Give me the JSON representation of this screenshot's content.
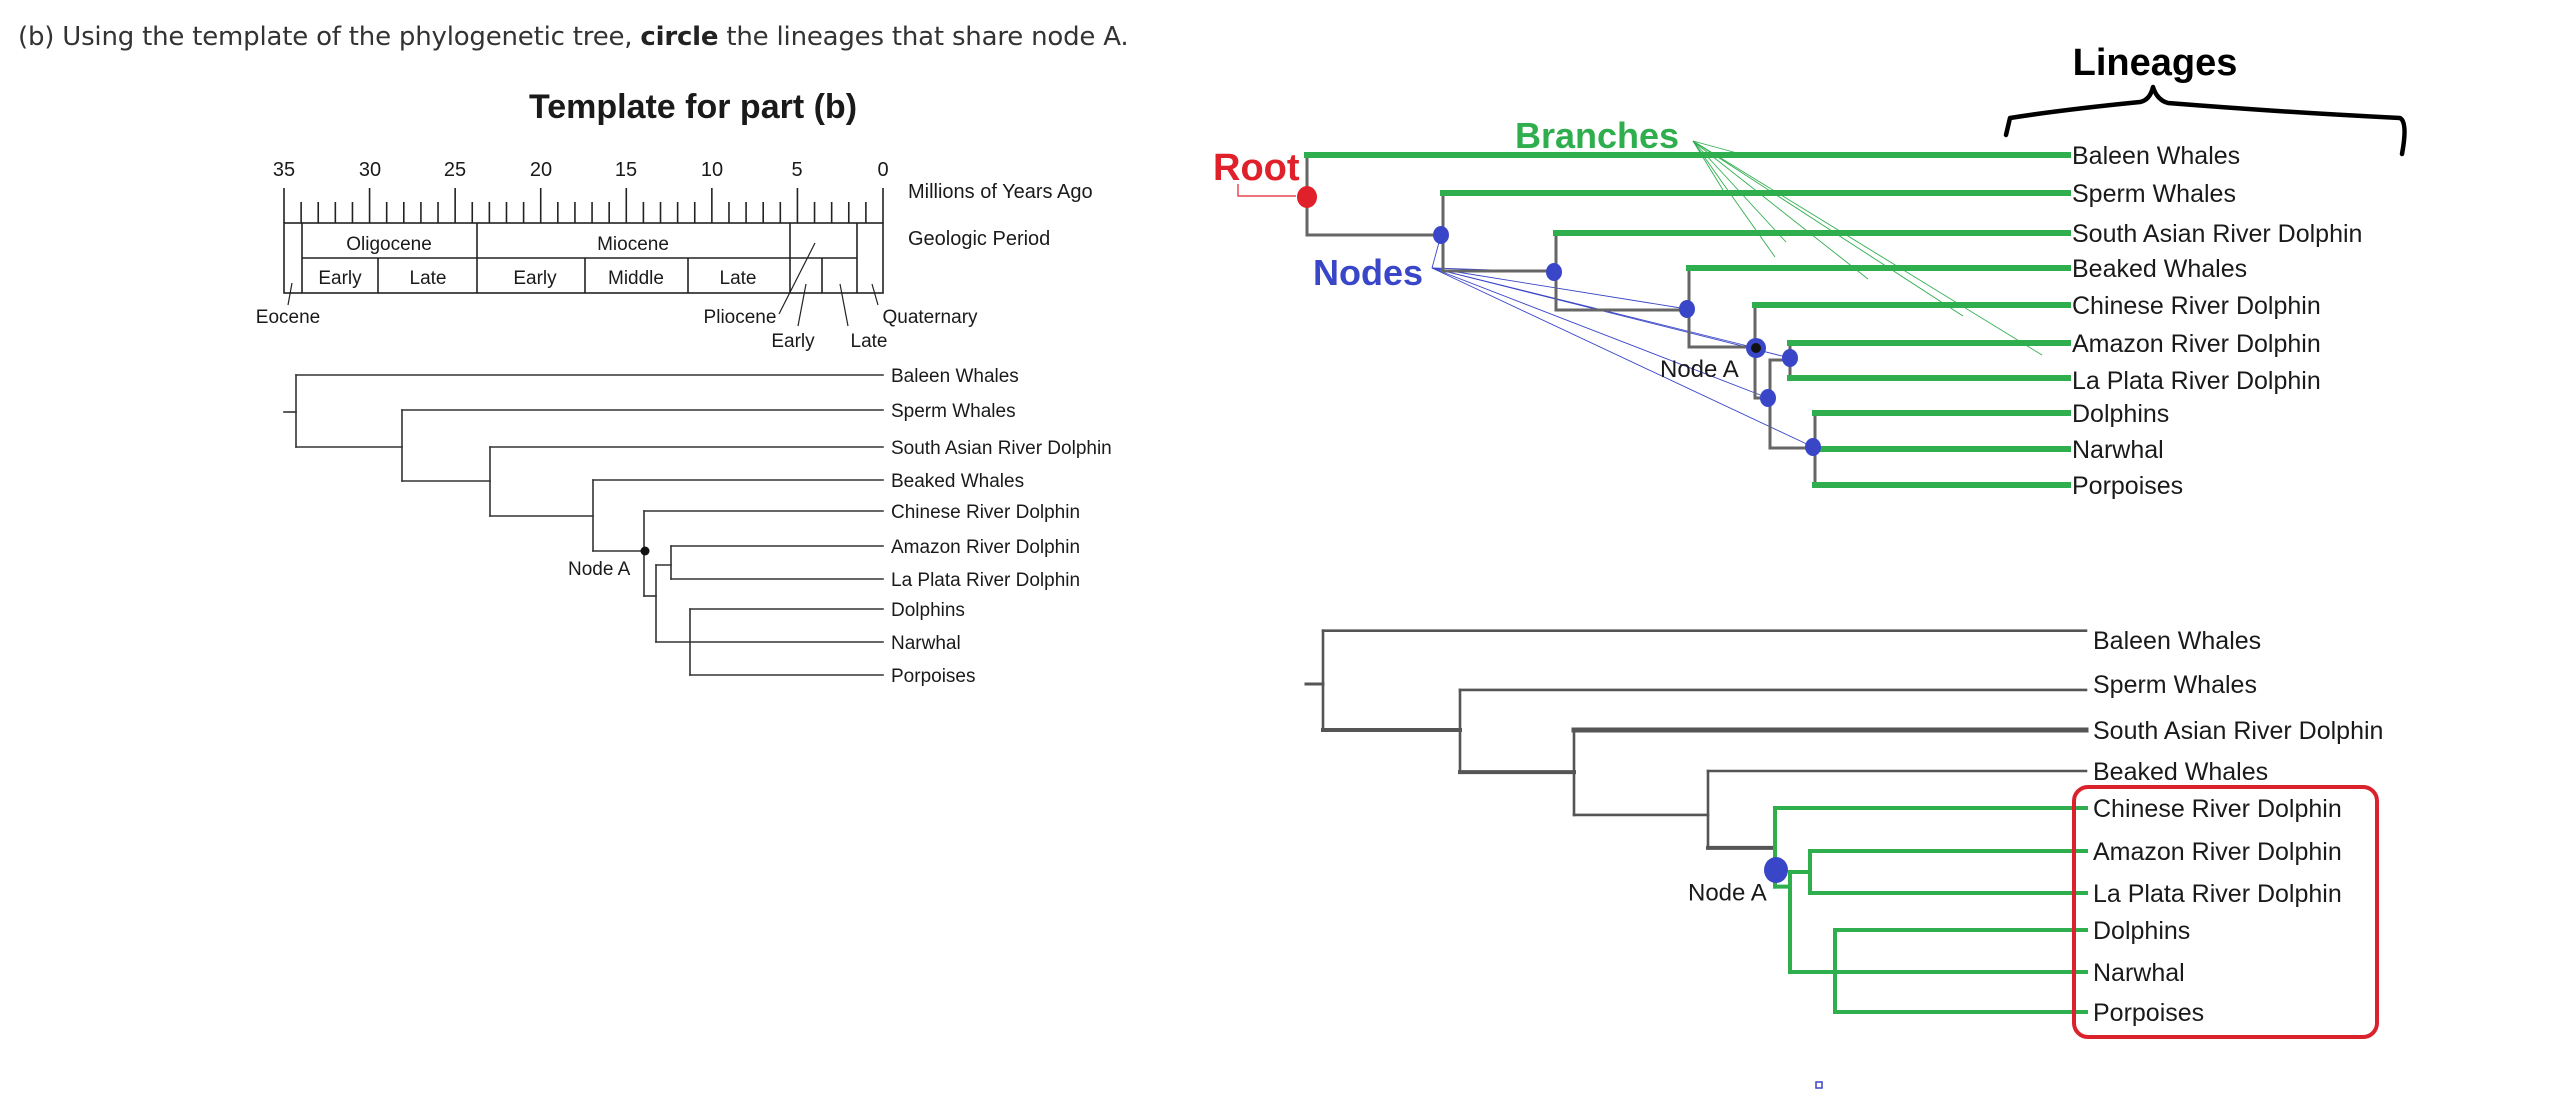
{
  "prompt": {
    "prefix": "(b) Using the template of the phylogenetic tree, ",
    "emphasis": "circle",
    "suffix": " the lineages that share node A."
  },
  "template": {
    "title": "Template for part (b)",
    "axis": {
      "ticks": [
        "35",
        "30",
        "25",
        "20",
        "15",
        "10",
        "5",
        "0"
      ],
      "unit_label": "Millions of Years Ago",
      "period_label": "Geologic Period"
    },
    "epochs": {
      "oligocene": "Oligocene",
      "miocene": "Miocene",
      "eocene": "Eocene",
      "pliocene": "Pliocene",
      "quaternary": "Quaternary",
      "oligo_early": "Early",
      "oligo_late": "Late",
      "mio_early": "Early",
      "mio_middle": "Middle",
      "mio_late": "Late",
      "plio_early": "Early",
      "plio_late": "Late"
    },
    "node_a_label": "Node A"
  },
  "lineages": [
    "Baleen Whales",
    "Sperm Whales",
    "South Asian River Dolphin",
    "Beaked Whales",
    "Chinese River Dolphin",
    "Amazon River Dolphin",
    "La Plata River Dolphin",
    "Dolphins",
    "Narwhal",
    "Porpoises"
  ],
  "annotated_tree": {
    "root_label": "Root",
    "nodes_label": "Nodes",
    "branches_label": "Branches",
    "lineages_label": "Lineages",
    "node_a_label": "Node A"
  },
  "answer_tree": {
    "node_a_label": "Node A",
    "circled_lineages": [
      "Chinese River Dolphin",
      "Amazon River Dolphin",
      "La Plata River Dolphin",
      "Dolphins",
      "Narwhal",
      "Porpoises"
    ]
  },
  "colors": {
    "root": "#e0212b",
    "nodes": "#3a46c8",
    "branches": "#2fae4e",
    "highlight_box": "#d9222c",
    "tree_line": "#555555"
  }
}
